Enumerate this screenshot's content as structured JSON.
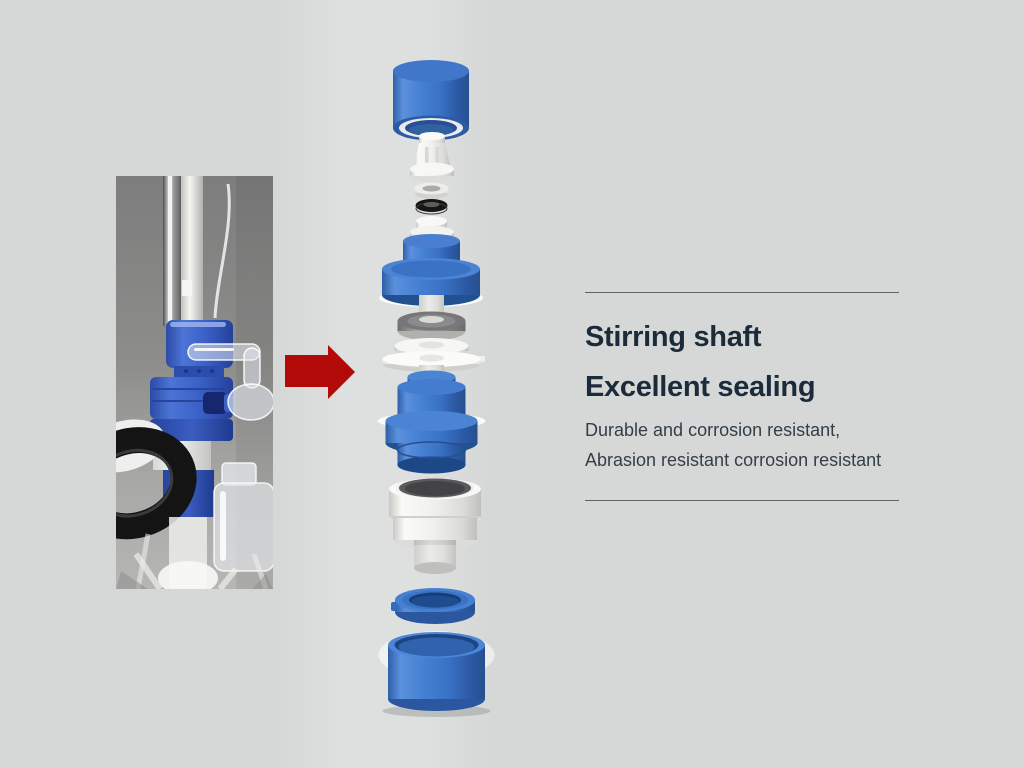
{
  "page": {
    "background": "#d6d8d7"
  },
  "photo": {
    "name": "stirring-shaft-product-photo",
    "background": "#8a8a8a"
  },
  "arrow": {
    "name": "red-arrow-icon",
    "direction": "right",
    "color": "#b20909"
  },
  "exploded_view": {
    "name": "stirring-shaft-exploded-diagram",
    "colors": {
      "blue": "#3a72c5",
      "blue_dark": "#23508f",
      "white": "#f2f2f0",
      "gray": "#8b8b8e",
      "black": "#161616"
    },
    "parts": [
      "top-cap",
      "ferrule",
      "washer",
      "o-ring",
      "collar",
      "neck-cylinder",
      "bearing-flange",
      "shaft",
      "gray-lock-nut",
      "ptfe-ring",
      "wide-seal-washer",
      "stepped-coupling",
      "seal-housing",
      "ring-nut",
      "base-cup"
    ]
  },
  "text_panel": {
    "title_line1": "Stirring shaft",
    "title_line2": "Excellent sealing",
    "body_line1": "Durable and corrosion resistant,",
    "body_line2": "Abrasion resistant corrosion resistant",
    "title_color": "#1c2b3a",
    "body_color": "#333e48",
    "rule_color": "#5d6266"
  }
}
